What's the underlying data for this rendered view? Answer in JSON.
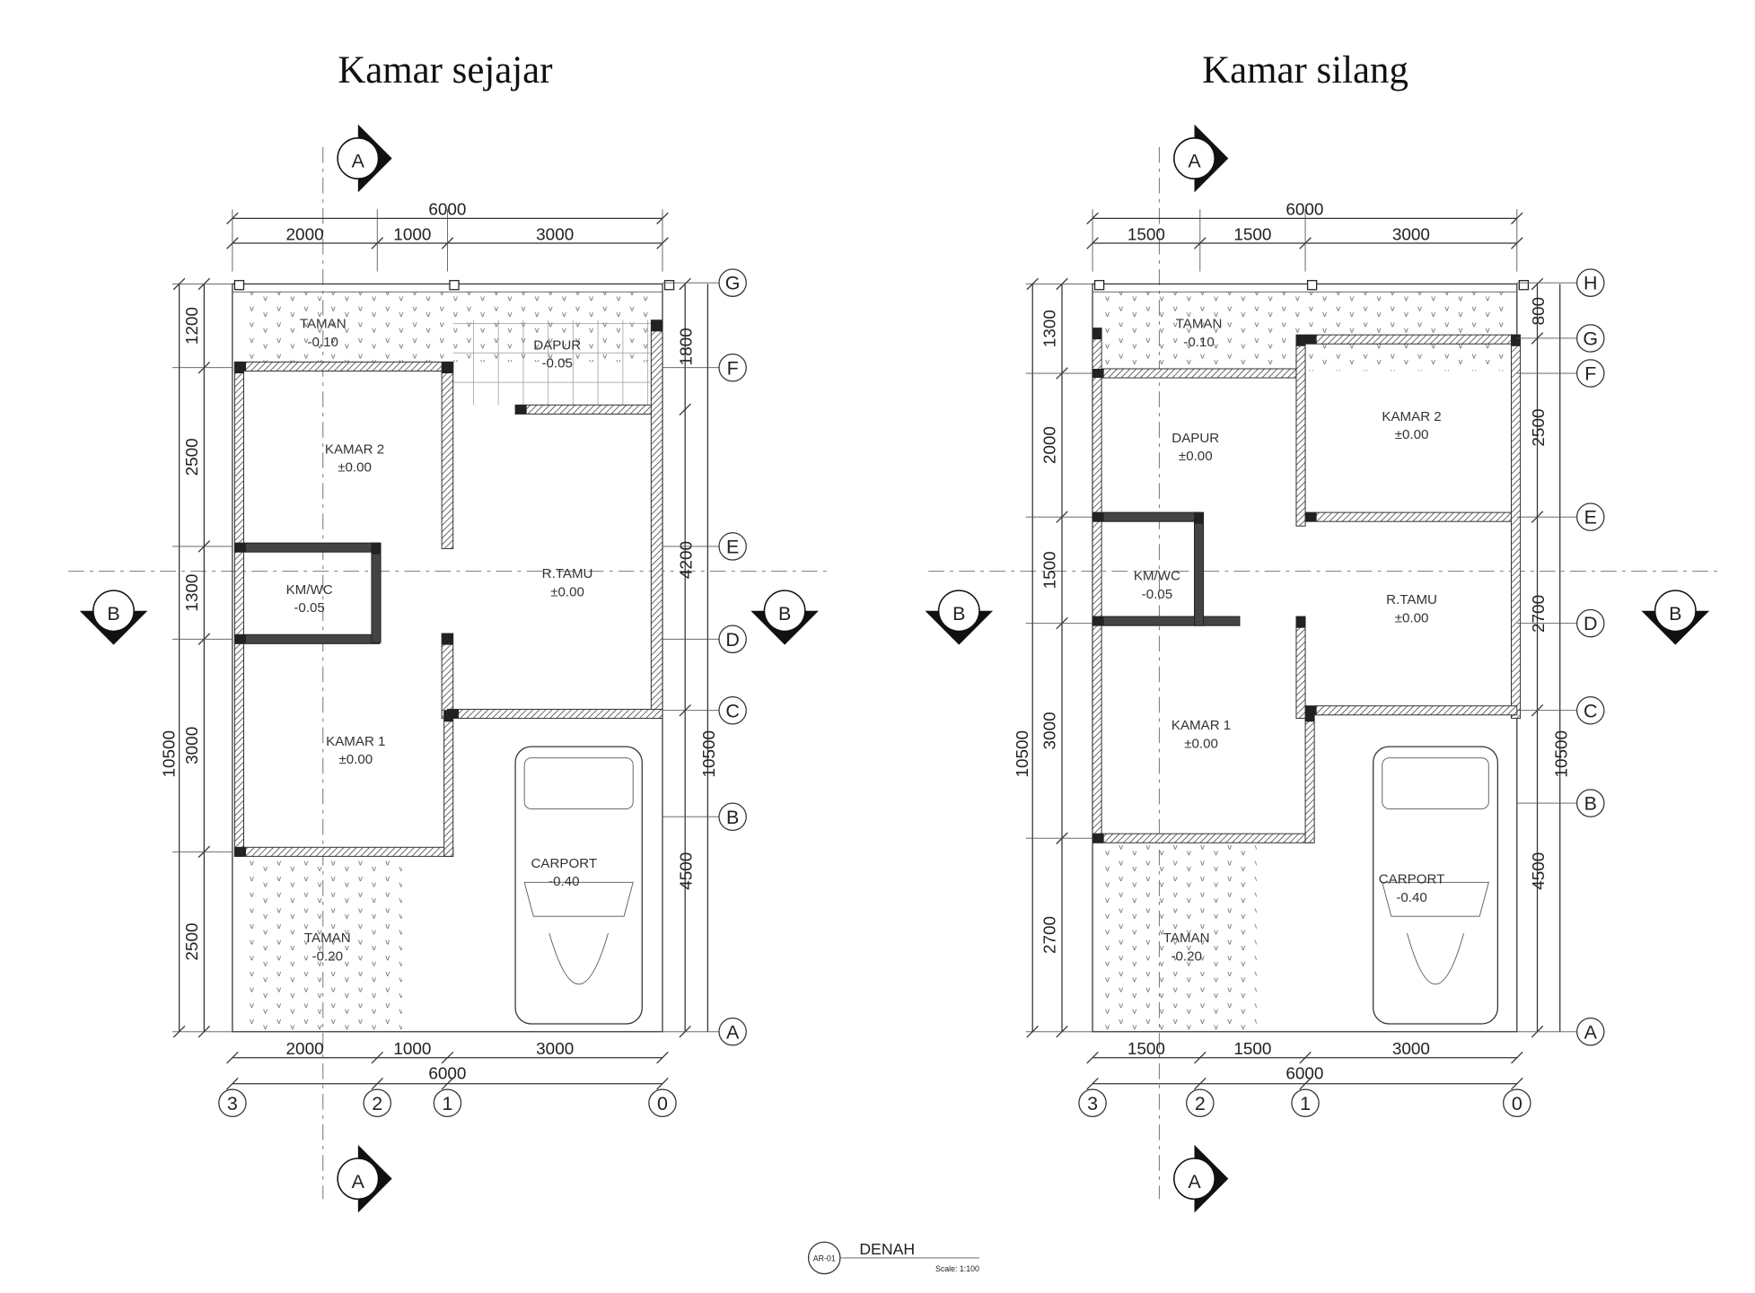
{
  "plans": [
    {
      "title": "Kamar sejajar",
      "top_dims": {
        "overall": "6000",
        "parts": [
          "2000",
          "1000",
          "3000"
        ]
      },
      "bottom_dims": {
        "overall": "6000",
        "parts": [
          "2000",
          "1000",
          "3000"
        ]
      },
      "left_dims": {
        "overall": "10500",
        "parts": [
          "1200",
          "2500",
          "1300",
          "3000",
          "2500"
        ]
      },
      "right_dims": {
        "overall": "10500",
        "parts": [
          "1800",
          "4200",
          "4500"
        ]
      },
      "grid_rows": [
        "G",
        "F",
        "E",
        "D",
        "C",
        "B",
        "A"
      ],
      "grid_cols": [
        "3",
        "2",
        "1",
        "0"
      ],
      "section_marks": [
        "A",
        "A",
        "B",
        "B"
      ],
      "rooms": [
        {
          "name": "TAMAN",
          "level": "-0.10"
        },
        {
          "name": "DAPUR",
          "level": "-0.05"
        },
        {
          "name": "KAMAR 2",
          "level": "±0.00"
        },
        {
          "name": "KM/WC",
          "level": "-0.05"
        },
        {
          "name": "R.TAMU",
          "level": "±0.00"
        },
        {
          "name": "KAMAR 1",
          "level": "±0.00"
        },
        {
          "name": "CARPORT",
          "level": "-0.40"
        },
        {
          "name": "TAMAN",
          "level": "-0.20"
        }
      ]
    },
    {
      "title": "Kamar silang",
      "top_dims": {
        "overall": "6000",
        "parts": [
          "1500",
          "1500",
          "3000"
        ]
      },
      "bottom_dims": {
        "overall": "6000",
        "parts": [
          "1500",
          "1500",
          "3000"
        ]
      },
      "left_dims": {
        "overall": "10500",
        "parts": [
          "1300",
          "2000",
          "1500",
          "3000",
          "2700"
        ]
      },
      "right_dims": {
        "overall": "10500",
        "parts": [
          "800",
          "2500",
          "2700",
          "4500"
        ]
      },
      "grid_rows": [
        "H",
        "G",
        "F",
        "E",
        "D",
        "C",
        "B",
        "A"
      ],
      "grid_cols": [
        "3",
        "2",
        "1",
        "0"
      ],
      "section_marks": [
        "A",
        "A",
        "B",
        "B"
      ],
      "rooms": [
        {
          "name": "TAMAN",
          "level": "-0.10"
        },
        {
          "name": "KAMAR 2",
          "level": "±0.00"
        },
        {
          "name": "DAPUR",
          "level": "±0.00"
        },
        {
          "name": "KM/WC",
          "level": "-0.05"
        },
        {
          "name": "R.TAMU",
          "level": "±0.00"
        },
        {
          "name": "KAMAR 1",
          "level": "±0.00"
        },
        {
          "name": "CARPORT",
          "level": "-0.40"
        },
        {
          "name": "TAMAN",
          "level": "-0.20"
        }
      ]
    }
  ],
  "title_block": {
    "sheet": "AR-01",
    "title": "DENAH",
    "scale": "Scale: 1:100"
  }
}
